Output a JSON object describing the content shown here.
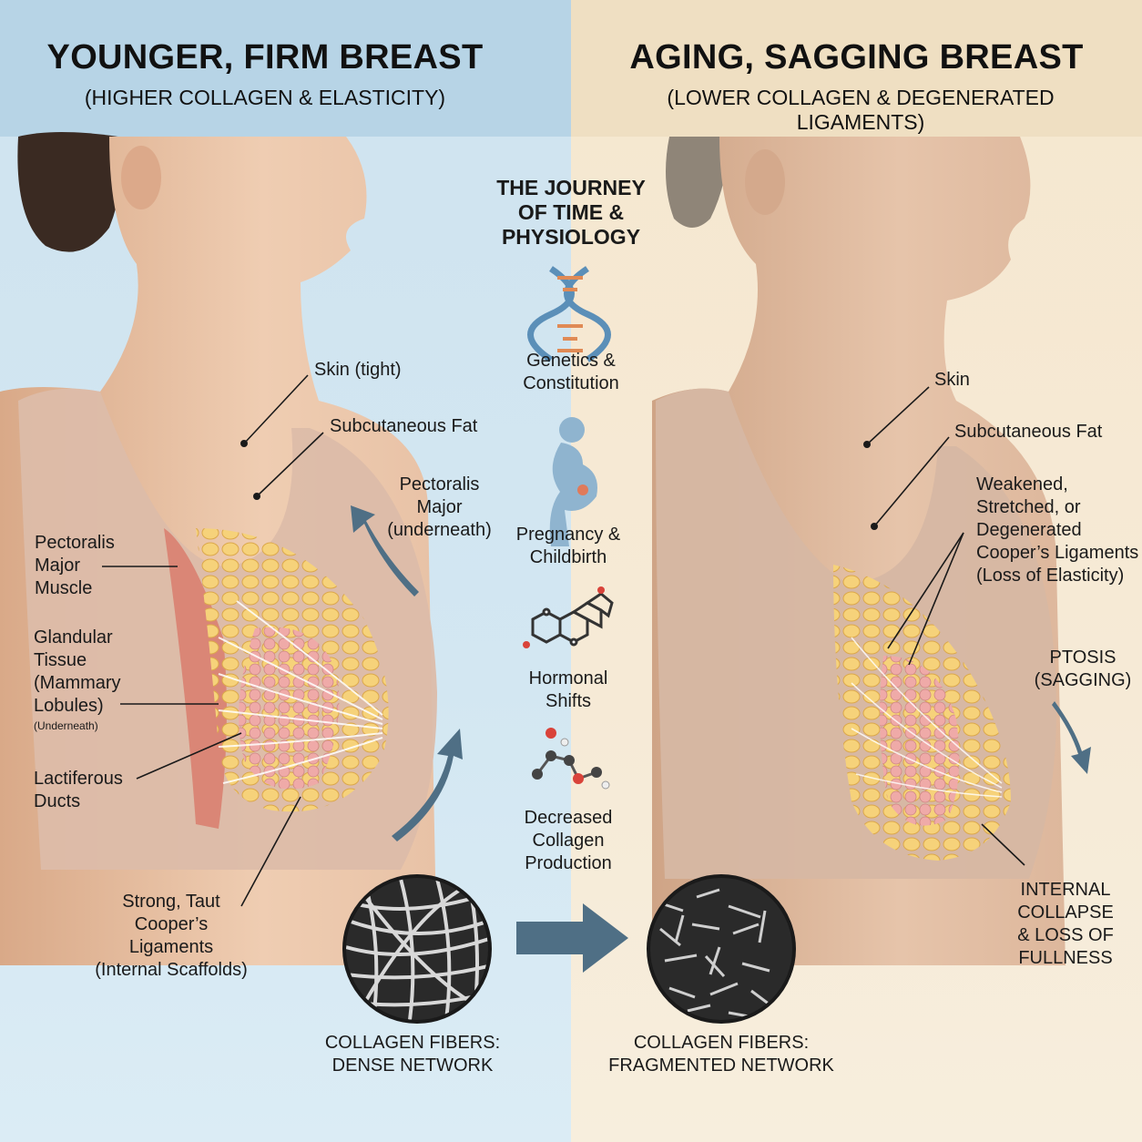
{
  "header": {
    "left_title": "YOUNGER, FIRM BREAST",
    "left_subtitle": "(HIGHER COLLAGEN & ELASTICITY)",
    "right_title": "AGING, SAGGING BREAST",
    "right_subtitle": "(LOWER COLLAGEN & DEGENERATED LIGAMENTS)"
  },
  "center": {
    "title_lines": [
      "THE JOURNEY",
      "OF TIME &",
      "PHYSIOLOGY"
    ],
    "factors": [
      {
        "icon": "dna-icon",
        "lines": [
          "Genetics &",
          "Constitution"
        ]
      },
      {
        "icon": "pregnant-woman-icon",
        "lines": [
          "Pregnancy &",
          "Childbirth"
        ]
      },
      {
        "icon": "hormone-molecule-icon",
        "lines": [
          "Hormonal",
          "Shifts"
        ]
      },
      {
        "icon": "collagen-molecule-icon",
        "lines": [
          "Decreased",
          "Collagen",
          "Production"
        ]
      }
    ]
  },
  "left_labels": {
    "skin": "Skin (tight)",
    "subcutaneous_fat": "Subcutaneous Fat",
    "pectoralis_under": [
      "Pectoralis",
      "Major",
      "(underneath)"
    ],
    "pectoralis_muscle": [
      "Pectoralis",
      "Major",
      "Muscle"
    ],
    "glandular": [
      "Glandular",
      "Tissue",
      "(Mammary",
      "Lobules)"
    ],
    "glandular_note": "(Underneath)",
    "lactiferous": [
      "Lactiferous",
      "Ducts"
    ],
    "coopers": [
      "Strong, Taut",
      "Cooper’s",
      "Ligaments",
      "(Internal Scaffolds)"
    ]
  },
  "right_labels": {
    "skin": "Skin",
    "subcutaneous_fat": "Subcutaneous Fat",
    "weakened": [
      "Weakened,",
      "Stretched, or",
      "Degenerated",
      "Cooper’s Ligaments",
      "(Loss of Elasticity)"
    ],
    "ptosis": [
      "PTOSIS",
      "(SAGGING)"
    ],
    "collapse": [
      "INTERNAL",
      "COLLAPSE",
      "& LOSS OF",
      "FULLNESS"
    ]
  },
  "collagen": {
    "left_lines": [
      "COLLAGEN FIBERS:",
      "DENSE NETWORK"
    ],
    "right_lines": [
      "COLLAGEN FIBERS:",
      "FRAGMENTED NETWORK"
    ]
  },
  "colors": {
    "left_bg": "#cfe3ef",
    "right_bg": "#f5e7cf",
    "arrow": "#4f6f85",
    "skin_young": "#e9c3a5",
    "skin_old": "#dcb9a0",
    "bra": "#d8b7a4",
    "fat": "#f2cc6a",
    "gland": "#e9a0a0",
    "muscle": "#d98070"
  }
}
